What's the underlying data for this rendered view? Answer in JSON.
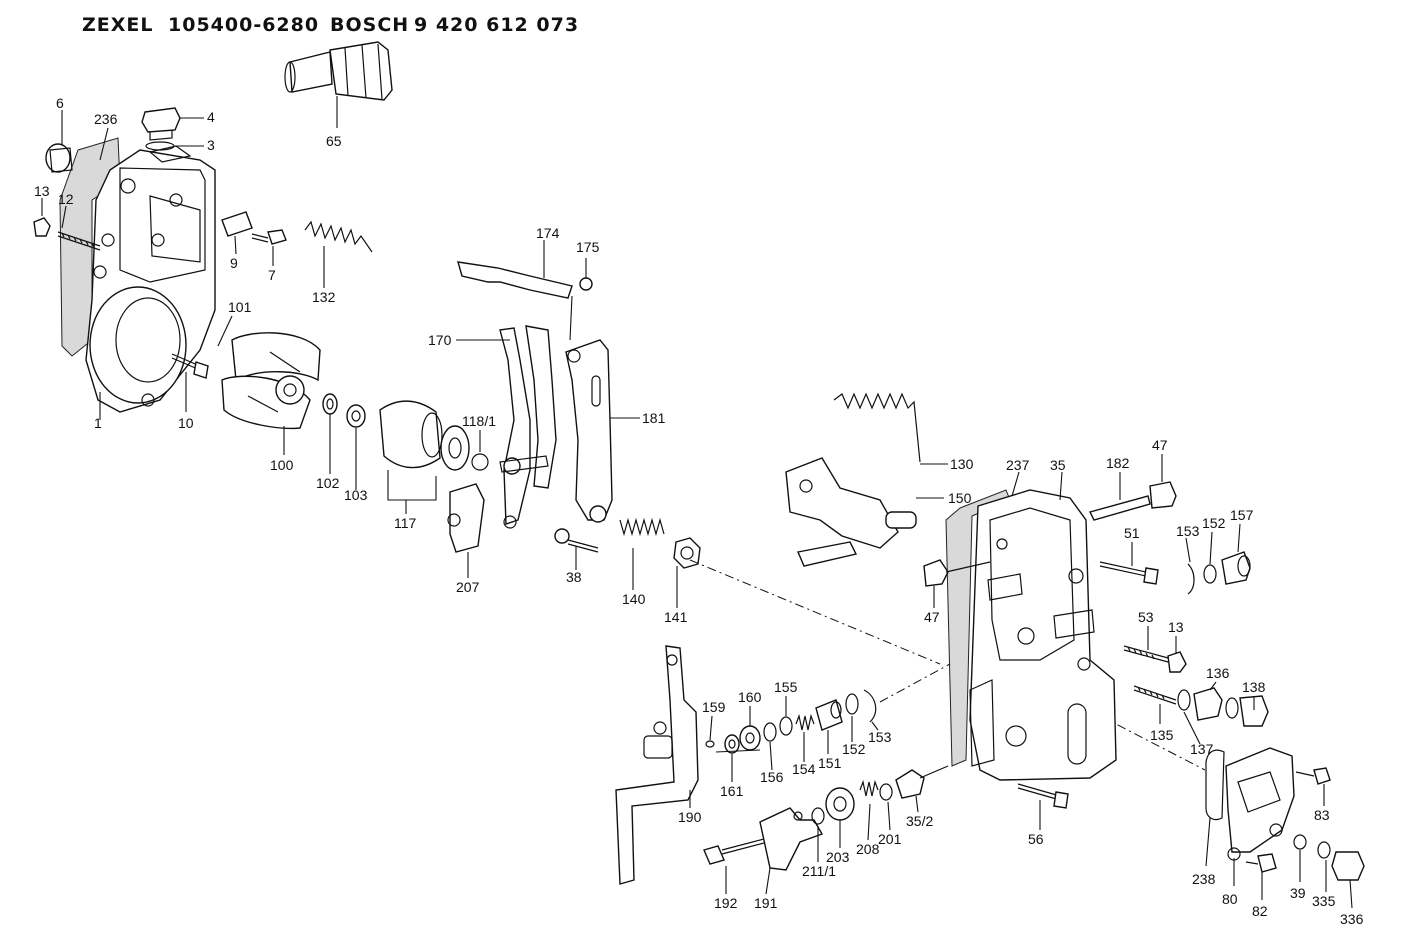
{
  "header": {
    "maker1": "ZEXEL",
    "part1": "105400-6280",
    "maker2": "BOSCH",
    "part2": "9 420 612 073"
  },
  "labels": {
    "p1": "1",
    "p3": "3",
    "p4": "4",
    "p6": "6",
    "p7": "7",
    "p9": "9",
    "p10": "10",
    "p12": "12",
    "p13a": "13",
    "p13b": "13",
    "p35": "35",
    "p35_2": "35/2",
    "p38": "38",
    "p39": "39",
    "p47a": "47",
    "p47b": "47",
    "p51": "51",
    "p53": "53",
    "p56": "56",
    "p65": "65",
    "p80": "80",
    "p82": "82",
    "p83": "83",
    "p100": "100",
    "p101": "101",
    "p102": "102",
    "p103": "103",
    "p117": "117",
    "p118_1": "118/1",
    "p130": "130",
    "p132": "132",
    "p135": "135",
    "p136": "136",
    "p137": "137",
    "p138": "138",
    "p140": "140",
    "p141": "141",
    "p150": "150",
    "p151": "151",
    "p152a": "152",
    "p152b": "152",
    "p153a": "153",
    "p153b": "153",
    "p154": "154",
    "p155": "155",
    "p156": "156",
    "p157": "157",
    "p159": "159",
    "p160": "160",
    "p161": "161",
    "p170": "170",
    "p174": "174",
    "p175": "175",
    "p181": "181",
    "p182": "182",
    "p190": "190",
    "p191": "191",
    "p192": "192",
    "p201": "201",
    "p203": "203",
    "p207": "207",
    "p208": "208",
    "p211_1": "211/1",
    "p236": "236",
    "p237": "237",
    "p238": "238",
    "p335": "335",
    "p336": "336"
  }
}
